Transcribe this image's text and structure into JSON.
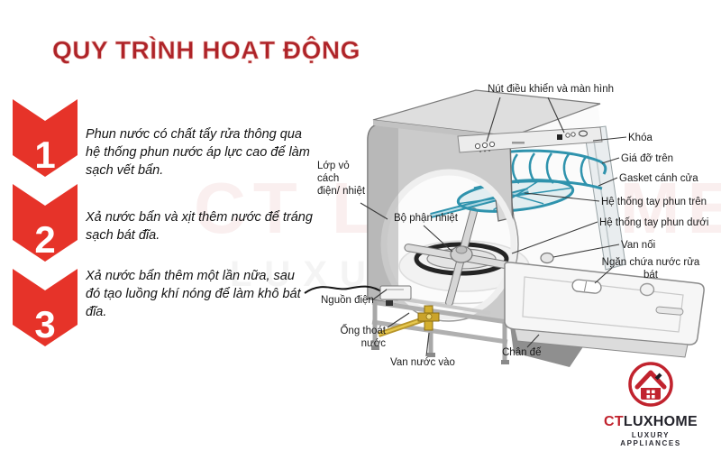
{
  "title": "QUY TRÌNH HOẠT ĐỘNG",
  "steps": [
    {
      "number": "1",
      "text": "Phun nước có chất tẩy rửa thông qua hệ thống phun nước áp lực cao để làm sạch vết bẩn."
    },
    {
      "number": "2",
      "text": "Xả nước bẩn và xịt thêm nước để tráng sạch bát đĩa."
    },
    {
      "number": "3",
      "text": "Xả nước bẩn thêm một lần nữa, sau đó tạo luồng khí nóng để làm khô bát đĩa."
    }
  ],
  "diagram": {
    "labels": {
      "control": "Nút điều khiển và màn hình",
      "lock": "Khóa",
      "upper_rack": "Giá đỡ trên",
      "gasket": "Gasket cánh cửa",
      "upper_spray": "Hệ thống tay phun trên",
      "lower_spray": "Hệ thống tay phun dưới",
      "connect_valve": "Van nối",
      "detergent": "Ngăn chứa nước rửa\nbát",
      "insulation": "Lớp vỏ\ncách\nđiện/ nhiệt",
      "heater": "Bộ phận nhiệt",
      "power": "Nguồn điện",
      "drain": "Ống thoát\nnước",
      "inlet_valve": "Van nước vào",
      "base": "Chân đế"
    }
  },
  "watermark": {
    "line1": "CT LUXHOME",
    "line2": "LUXURY"
  },
  "logo": {
    "brand_ct": "CT",
    "brand_rest": "LUXHOME",
    "tagline": "LUXURY APPLIANCES"
  },
  "colors": {
    "title_red": "#ae2328",
    "arrow_red": "#e63329",
    "spray_teal": "#2f93ad",
    "pipe_yellow": "#d4af2e",
    "logo_red": "#c1232e"
  }
}
